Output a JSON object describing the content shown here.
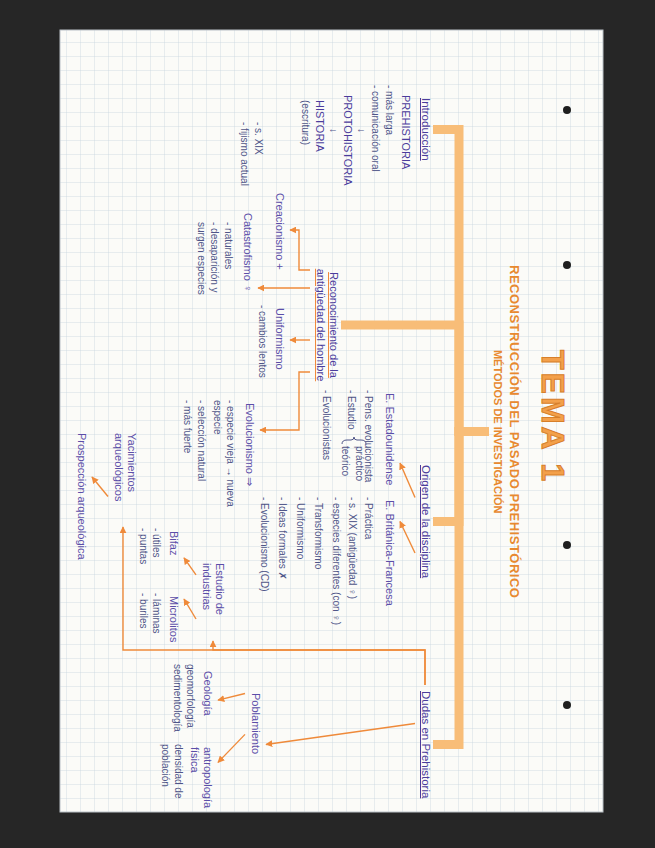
{
  "diagram": {
    "title": "TEMA 1",
    "nodes": [
      {
        "text": [
          "RECONSTRUCCIÓN DEL PASADO PREHISTÓRICO",
          "MÉTODOS DE INVESTIGACIÓN"
        ]
      },
      {
        "text": [
          "Introducción"
        ]
      },
      {
        "text": [
          "Reconocimiento de la antigüedad del hombre"
        ]
      },
      {
        "text": [
          "Origen de la disciplina"
        ]
      },
      {
        "text": [
          "Dudas en Prehistoria"
        ]
      },
      {
        "text": [
          "Creacionismo +"
        ]
      },
      {
        "text": [
          "Catastrofismo ♀"
        ]
      },
      {
        "text": [
          "Uniformismo"
        ]
      },
      {
        "text": [
          "Evolucionismo ⇒"
        ]
      },
      {
        "text": [
          "E. Estadounidense"
        ]
      },
      {
        "text": [
          "E. Británica-Francesa"
        ]
      },
      {
        "text": [
          "Estudio de industrias"
        ]
      },
      {
        "text": [
          "Yacimientos arqueológicos"
        ]
      },
      {
        "text": [
          "Poblamiento"
        ]
      },
      {
        "text": [
          "Bifaz"
        ]
      },
      {
        "text": [
          "Microlitos"
        ]
      },
      {
        "text": [
          "Prospección arqueológica"
        ]
      },
      {
        "text": [
          "Geología"
        ]
      },
      {
        "text": [
          "antropología física"
        ]
      }
    ],
    "edges": [
      {
        "from": 0,
        "to": 1,
        "arrow": "none"
      },
      {
        "from": 0,
        "to": 2,
        "arrow": "none"
      },
      {
        "from": 0,
        "to": 3,
        "arrow": "none"
      },
      {
        "from": 0,
        "to": 4,
        "arrow": "none"
      },
      {
        "from": 2,
        "to": 5,
        "arrow": "to"
      },
      {
        "from": 2,
        "to": 6,
        "arrow": "to"
      },
      {
        "from": 2,
        "to": 7,
        "arrow": "to"
      },
      {
        "from": 2,
        "to": 8,
        "arrow": "to"
      },
      {
        "from": 3,
        "to": 9,
        "arrow": "to"
      },
      {
        "from": 3,
        "to": 10,
        "arrow": "to"
      },
      {
        "from": 4,
        "to": 11,
        "arrow": "to"
      },
      {
        "from": 4,
        "to": 12,
        "arrow": "to"
      },
      {
        "from": 4,
        "to": 13,
        "arrow": "to"
      },
      {
        "from": 11,
        "to": 14,
        "arrow": "to"
      },
      {
        "from": 11,
        "to": 15,
        "arrow": "to"
      },
      {
        "from": 12,
        "to": 16,
        "arrow": "to"
      },
      {
        "from": 13,
        "to": 17,
        "arrow": "to"
      },
      {
        "from": 13,
        "to": 18,
        "arrow": "to"
      }
    ],
    "labels": [
      "PREHISTORIA",
      "- más larga",
      "- comunicación oral",
      "↓",
      "PROTOHISTORIA",
      "↓",
      "HISTORIA",
      "(escritura)",
      "- s. XIX",
      "- fijismo actual",
      "- naturales",
      "- desaparición y surgen especies",
      "- cambios lentos",
      "- especie vieja → nueva especie",
      "- selección natural",
      "- más fuerte",
      "- Pens. evolucionista",
      "- Estudio",
      "práctico",
      "teórico",
      "- Evolucionistas",
      "- Práctica",
      "- s. XIX (antigüedad ♀)",
      "- especies diferentes (con ♀)",
      "- Transformismo",
      "- Uniformismo",
      "- Ideas formales ✗",
      "- Evolucionismo (CD)",
      "- útiles",
      "- puntas",
      "- láminas",
      "- buriles",
      "geomorfología",
      "sedimentología",
      "densidad de población"
    ]
  }
}
